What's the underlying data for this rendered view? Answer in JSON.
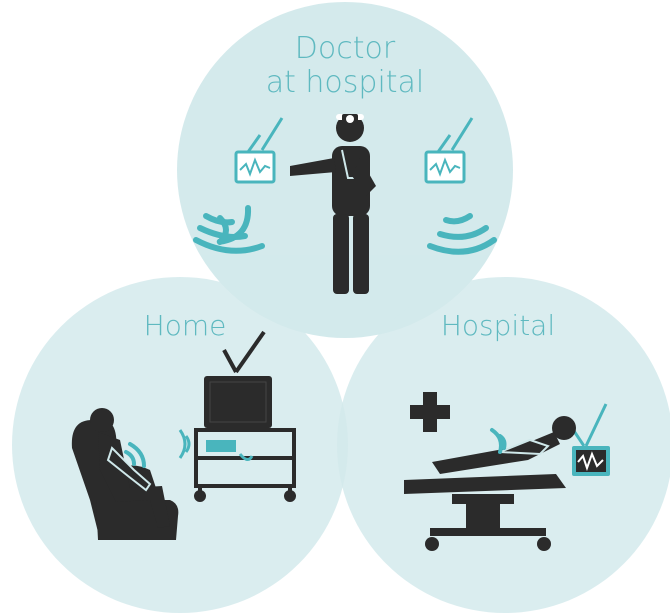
{
  "labels": {
    "doctor_line1": "Doctor",
    "doctor_line2": "at hospital",
    "home": "Home",
    "hospital": "Hospital"
  },
  "colors": {
    "circle_fill": "#cfe8ea",
    "circle_overlap": "#bfdfe2",
    "accent": "#49b5bd",
    "label_text": "#5fb9c0",
    "icon_dark": "#2b2b2b"
  },
  "icons": [
    "doctor-icon",
    "monitor-icon",
    "signal-waves-icon",
    "person-in-armchair-icon",
    "television-icon",
    "tv-stand-icon",
    "medical-cross-icon",
    "hospital-bed-icon",
    "patient-lying-icon"
  ]
}
